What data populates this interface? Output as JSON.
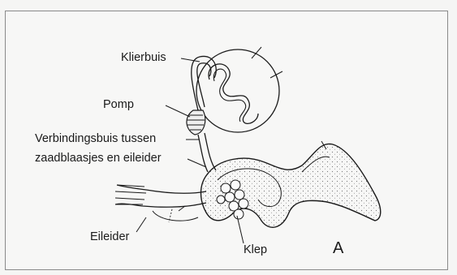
{
  "figure": {
    "labels": {
      "klierbuis": "Klierbuis",
      "pomp": "Pomp",
      "verbinding_line1": "Verbindingsbuis tussen",
      "verbinding_line2": "zaadblaasjes en eileider",
      "eileider": "Eileider",
      "klep": "Klep"
    },
    "letter": "A"
  },
  "colors": {
    "ink": "#1a1a1a",
    "frame": "#8a8a8a",
    "paper": "#f7f7f6"
  }
}
